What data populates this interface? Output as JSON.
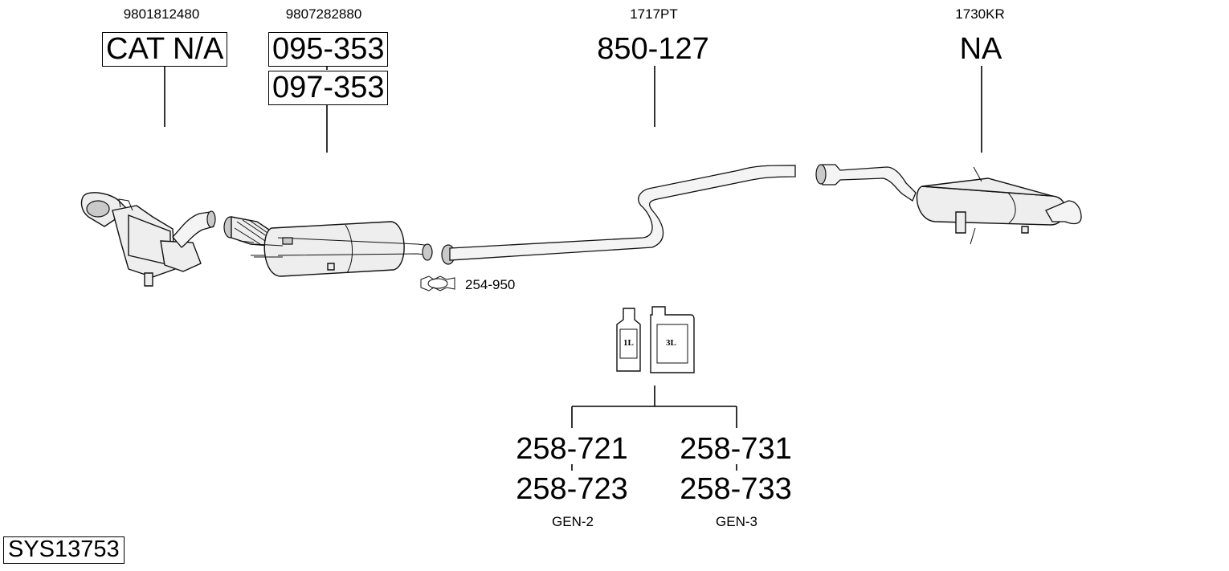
{
  "catalyst": {
    "oem": "9801812480",
    "part": "CAT N/A"
  },
  "filter": {
    "oem": "9807282880",
    "parts": [
      "095-353",
      "097-353"
    ]
  },
  "pipe": {
    "oem": "1717PT",
    "part": "850-127"
  },
  "rear_silencer": {
    "oem": "1730KR",
    "part": "NA"
  },
  "clamp": {
    "part": "254-950"
  },
  "fluid": {
    "small_can_label": "1L",
    "large_can_label": "3L",
    "gen2": {
      "parts": [
        "258-721",
        "258-723"
      ],
      "label": "GEN-2"
    },
    "gen3": {
      "parts": [
        "258-731",
        "258-733"
      ],
      "label": "GEN-3"
    }
  },
  "system_id": "SYS13753"
}
